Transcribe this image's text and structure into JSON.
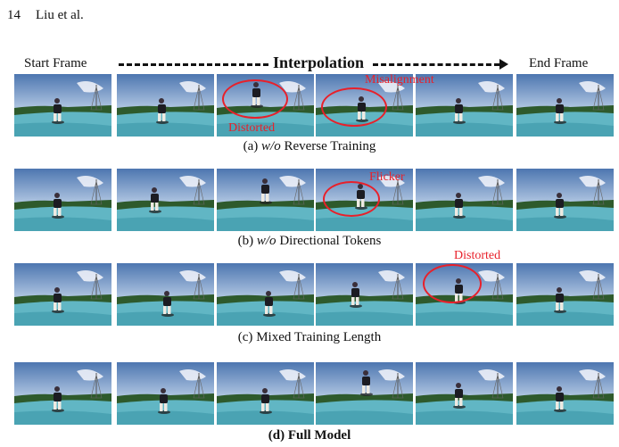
{
  "header": {
    "page_number": "14",
    "authors": "Liu et al."
  },
  "columns": {
    "start": "Start Frame",
    "middle": "Interpolation",
    "end": "End Frame"
  },
  "rows": [
    {
      "caption_prefix": "(a)",
      "caption_italic": "w/o",
      "caption_rest": "Reverse Training"
    },
    {
      "caption_prefix": "(b)",
      "caption_italic": "w/o",
      "caption_rest": "Directional Tokens"
    },
    {
      "caption_prefix": "(c)",
      "caption_italic": "",
      "caption_rest": "Mixed Training Length"
    },
    {
      "caption_prefix": "(d)",
      "caption_italic": "",
      "caption_rest": "Full Model"
    }
  ],
  "annotations": {
    "row_a_distorted": "Distorted",
    "row_a_misalignment": "Misalignment",
    "row_b_flicker": "Flicker",
    "row_c_distorted": "Distorted"
  },
  "colors": {
    "annotation": "#e8202a",
    "sky_top": "#5a82b8",
    "ramp": "#5fb8c6"
  }
}
